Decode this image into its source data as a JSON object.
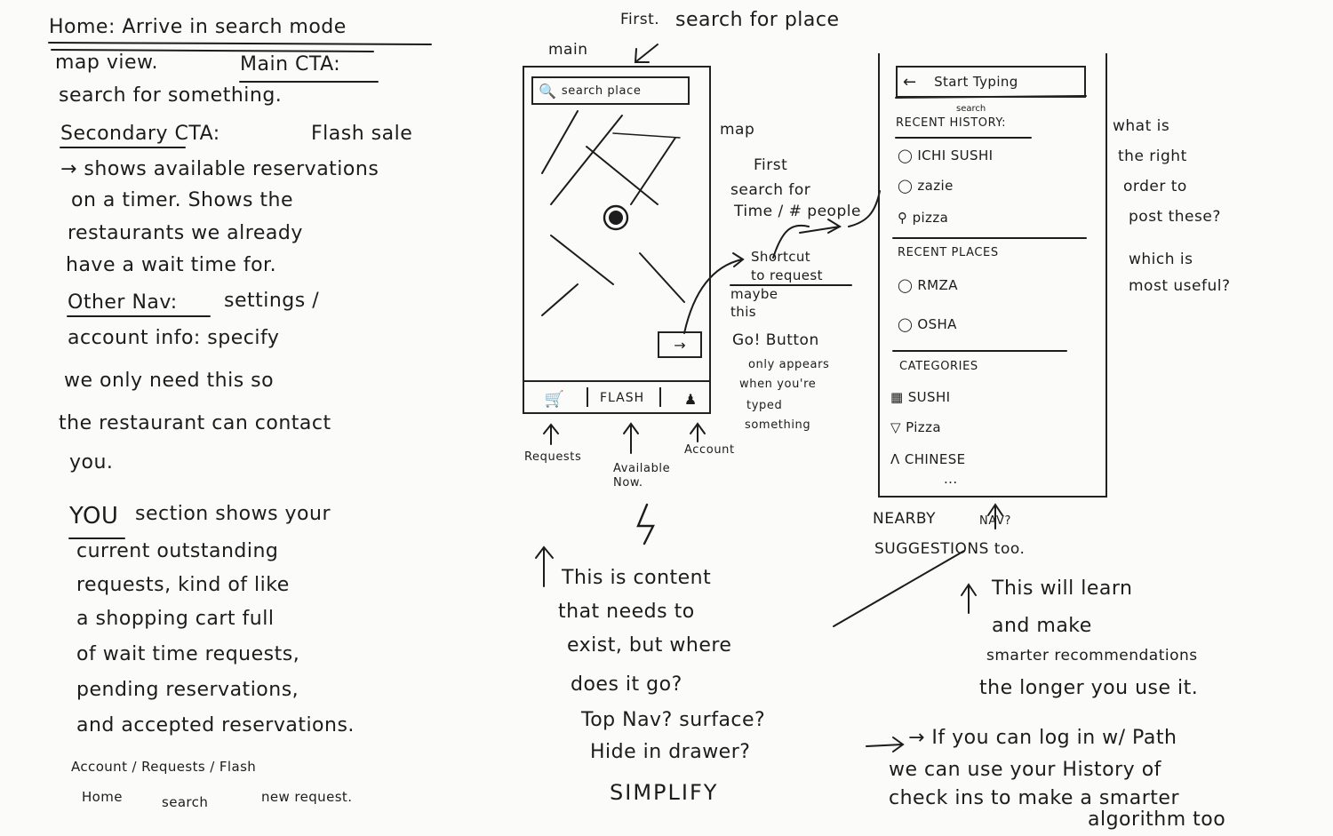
{
  "left_notes": {
    "heading": "Home: Arrive in search mode",
    "lines": [
      "map view.",
      "Main CTA:",
      "search for something.",
      "Secondary CTA:",
      "Flash sale",
      "→ shows available reservations",
      "on a timer. Shows the",
      "restaurants we already",
      "have a wait time for.",
      "Other Nav:",
      "settings /",
      "account info: specify",
      "we only need this so",
      "the restaurant can contact",
      "you.",
      "YOU",
      "section shows your",
      "current outstanding",
      "requests, kind of like",
      "a shopping cart full",
      "of wait time requests,",
      "pending reservations,",
      "and accepted reservations.",
      "Account / Requests / Flash",
      "Home",
      "search",
      "new request."
    ]
  },
  "main_screen": {
    "label_first": "First.",
    "label_search_for_place": "search for place",
    "label_main": "main",
    "search_placeholder": "search place",
    "label_map": "map",
    "tabs": [
      "FLASH"
    ],
    "tab_captions": [
      "Requests",
      "Available Now.",
      "Account"
    ],
    "icons": [
      "cart-icon",
      "person-icon",
      "arrow-right-icon",
      "location-pin-icon",
      "lightning-icon"
    ]
  },
  "middle_notes": {
    "first_search": [
      "First",
      "search for",
      "Time / # people"
    ],
    "shortcut": [
      "Shortcut",
      "to request",
      "maybe",
      "this"
    ],
    "go_button": [
      "Go! Button",
      "only appears",
      "when you're",
      "typed",
      "something"
    ],
    "question": [
      "This is content",
      "that needs to",
      "exist, but where",
      "does it go?",
      "Top Nav? surface?",
      "Hide in drawer?"
    ],
    "simplify": "SIMPLIFY"
  },
  "search_screen": {
    "input_text": "Start Typing",
    "history_title": "RECENT HISTORY:",
    "history_small": "search",
    "history_items": [
      "ICHI SUSHI",
      "zazie",
      "pizza"
    ],
    "places_title": "RECENT PLACES",
    "places_items": [
      "RMZA",
      "OSHA"
    ],
    "categories_title": "CATEGORIES",
    "categories_items": [
      "SUSHI",
      "Pizza",
      "CHINESE"
    ],
    "ellipsis": "..."
  },
  "right_notes": {
    "question": [
      "what is",
      "the right",
      "order to",
      "post these?",
      "which is",
      "most useful?"
    ],
    "nearby": "NEARBY",
    "nav_q": "NAV?",
    "suggestions": "SUGGESTIONS too.",
    "learn": [
      "This will learn",
      "and make",
      "smarter recommendations",
      "the longer you use it."
    ],
    "path": [
      "→ If you can log in w/ Path",
      "we can use your History of",
      "check ins to make a smarter",
      "algorithm too"
    ]
  }
}
